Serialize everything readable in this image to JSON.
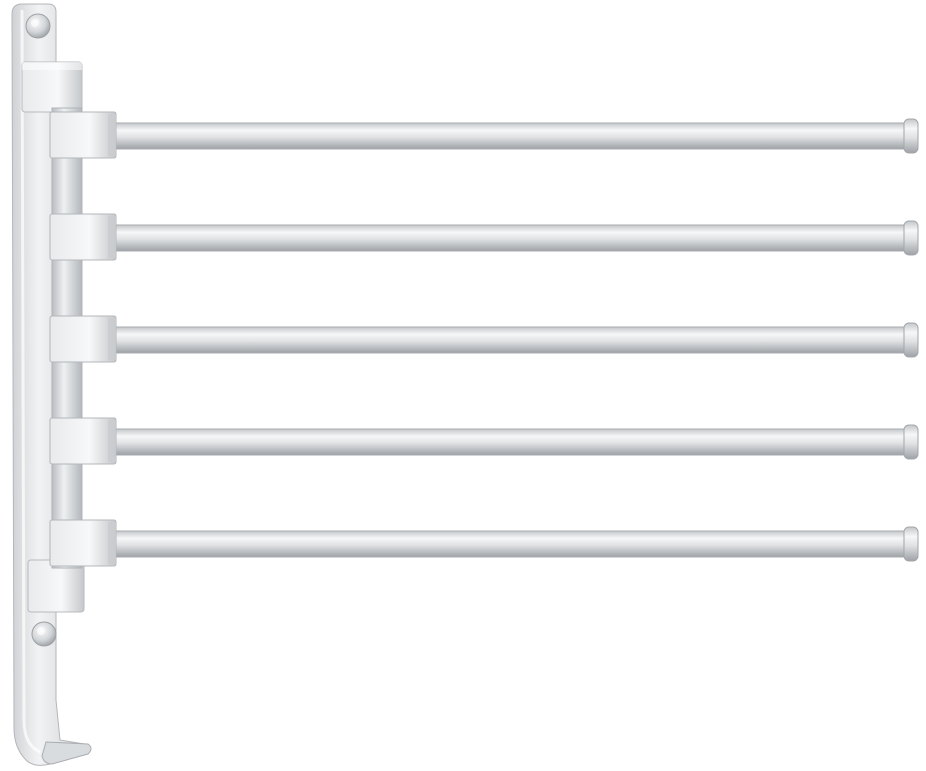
{
  "product": {
    "subject": "swivel-towel-rack",
    "arm_count": 5,
    "mounting_screw_count": 2,
    "has_hook": true
  },
  "colors": {
    "background": "#ffffff",
    "metal_light": "#f4f5f6",
    "metal_mid": "#d3d6d9",
    "metal_dark": "#a9adb1",
    "metal_shadow": "#8e9296",
    "outline": "#b7bbbf"
  }
}
